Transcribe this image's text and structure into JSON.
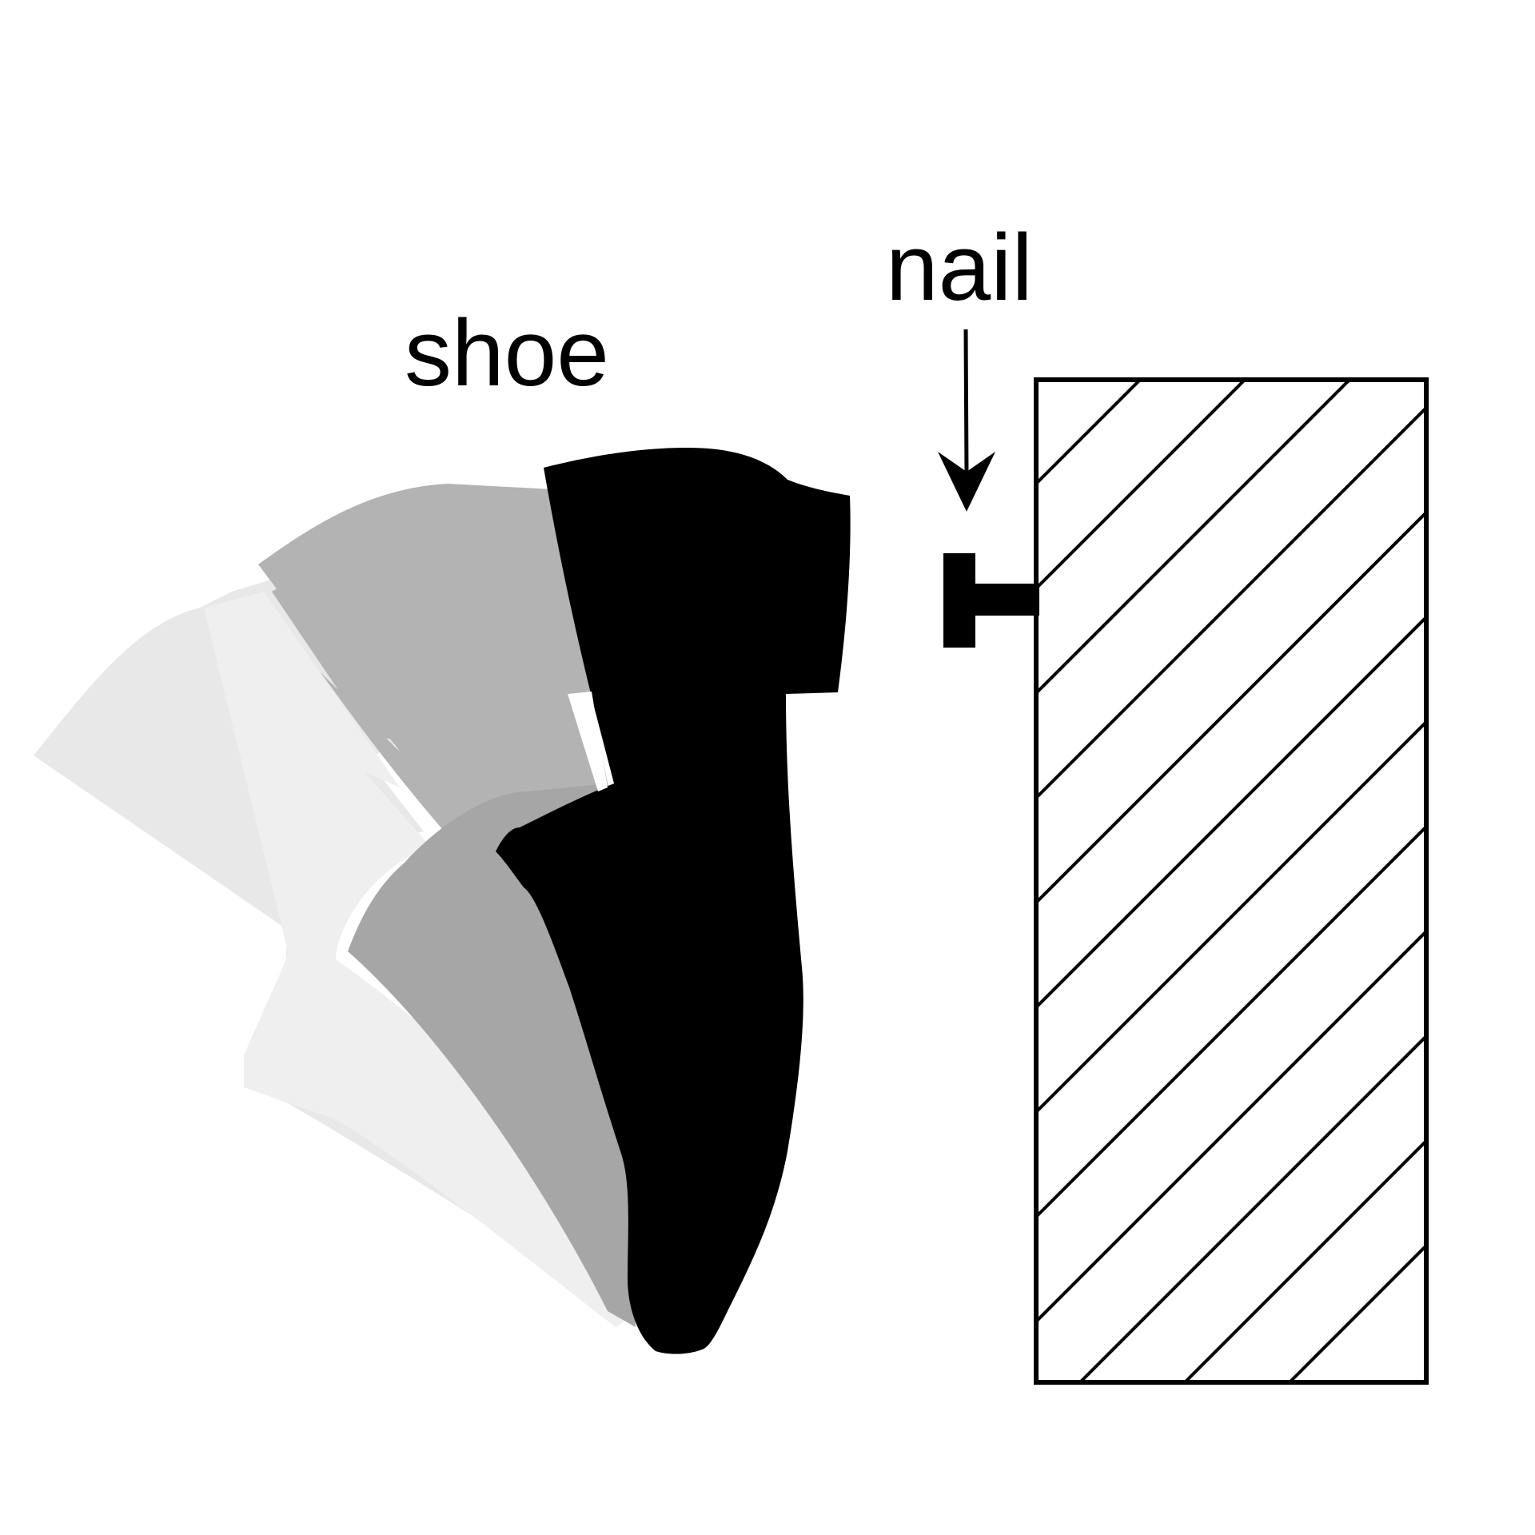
{
  "labels": {
    "shoe": "shoe",
    "nail": "nail"
  },
  "colors": {
    "background": "#ffffff",
    "ink": "#000000",
    "shoe_final": "#000000",
    "shoe_trail_1": "#b3b3b3",
    "shoe_trail_2": "#a6a6a6",
    "shoe_trail_3": "#e8e8e8",
    "shoe_trail_4": "#efefef",
    "wall_hatch": "#000000"
  },
  "icons": {
    "arrow": "arrow-down-icon",
    "nail": "nail-icon",
    "wall": "hatched-wall"
  }
}
